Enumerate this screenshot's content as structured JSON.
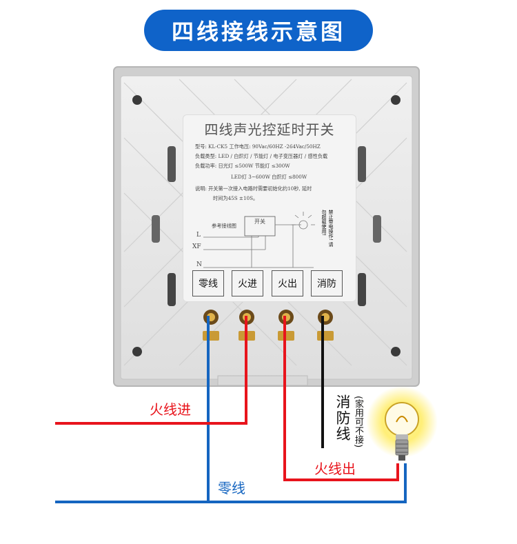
{
  "title": "四线接线示意图",
  "label": {
    "heading": "四线声光控延时开关",
    "spec_model": "型号: KL-CK5  工作电压: 90Vac/60HZ -264Vac/50HZ",
    "spec_load_type": "负载类型: LED / 白炽灯 / 节能灯 / 电子变压器灯 / 感性负载",
    "spec_power": "负载功率:  日光灯  ≤500W    节能灯  ≤300W",
    "spec_power2": "LED灯   3~600W     白炽灯  ≤800W",
    "spec_note": "说明: 开关第一次接入电路时需要初始化约10秒, 延时",
    "spec_note2": "时间为45S ±10S。",
    "ref_title": "参考接线图",
    "switch_box": "开关",
    "warning": "禁止带电操作! 请勿超载使用!",
    "line_L": "L",
    "line_XF": "XF",
    "line_N": "N"
  },
  "terminals": [
    "零线",
    "火进",
    "火出",
    "消防"
  ],
  "wire_labels": {
    "live_in": "火线进",
    "neutral": "零线",
    "live_out": "火线出",
    "fire_line": "消防线",
    "fire_note": "(家用可不接)"
  },
  "colors": {
    "title_bg": "#0f63c9",
    "live": "#e8141c",
    "neutral": "#1565c0",
    "fire": "#111111"
  }
}
